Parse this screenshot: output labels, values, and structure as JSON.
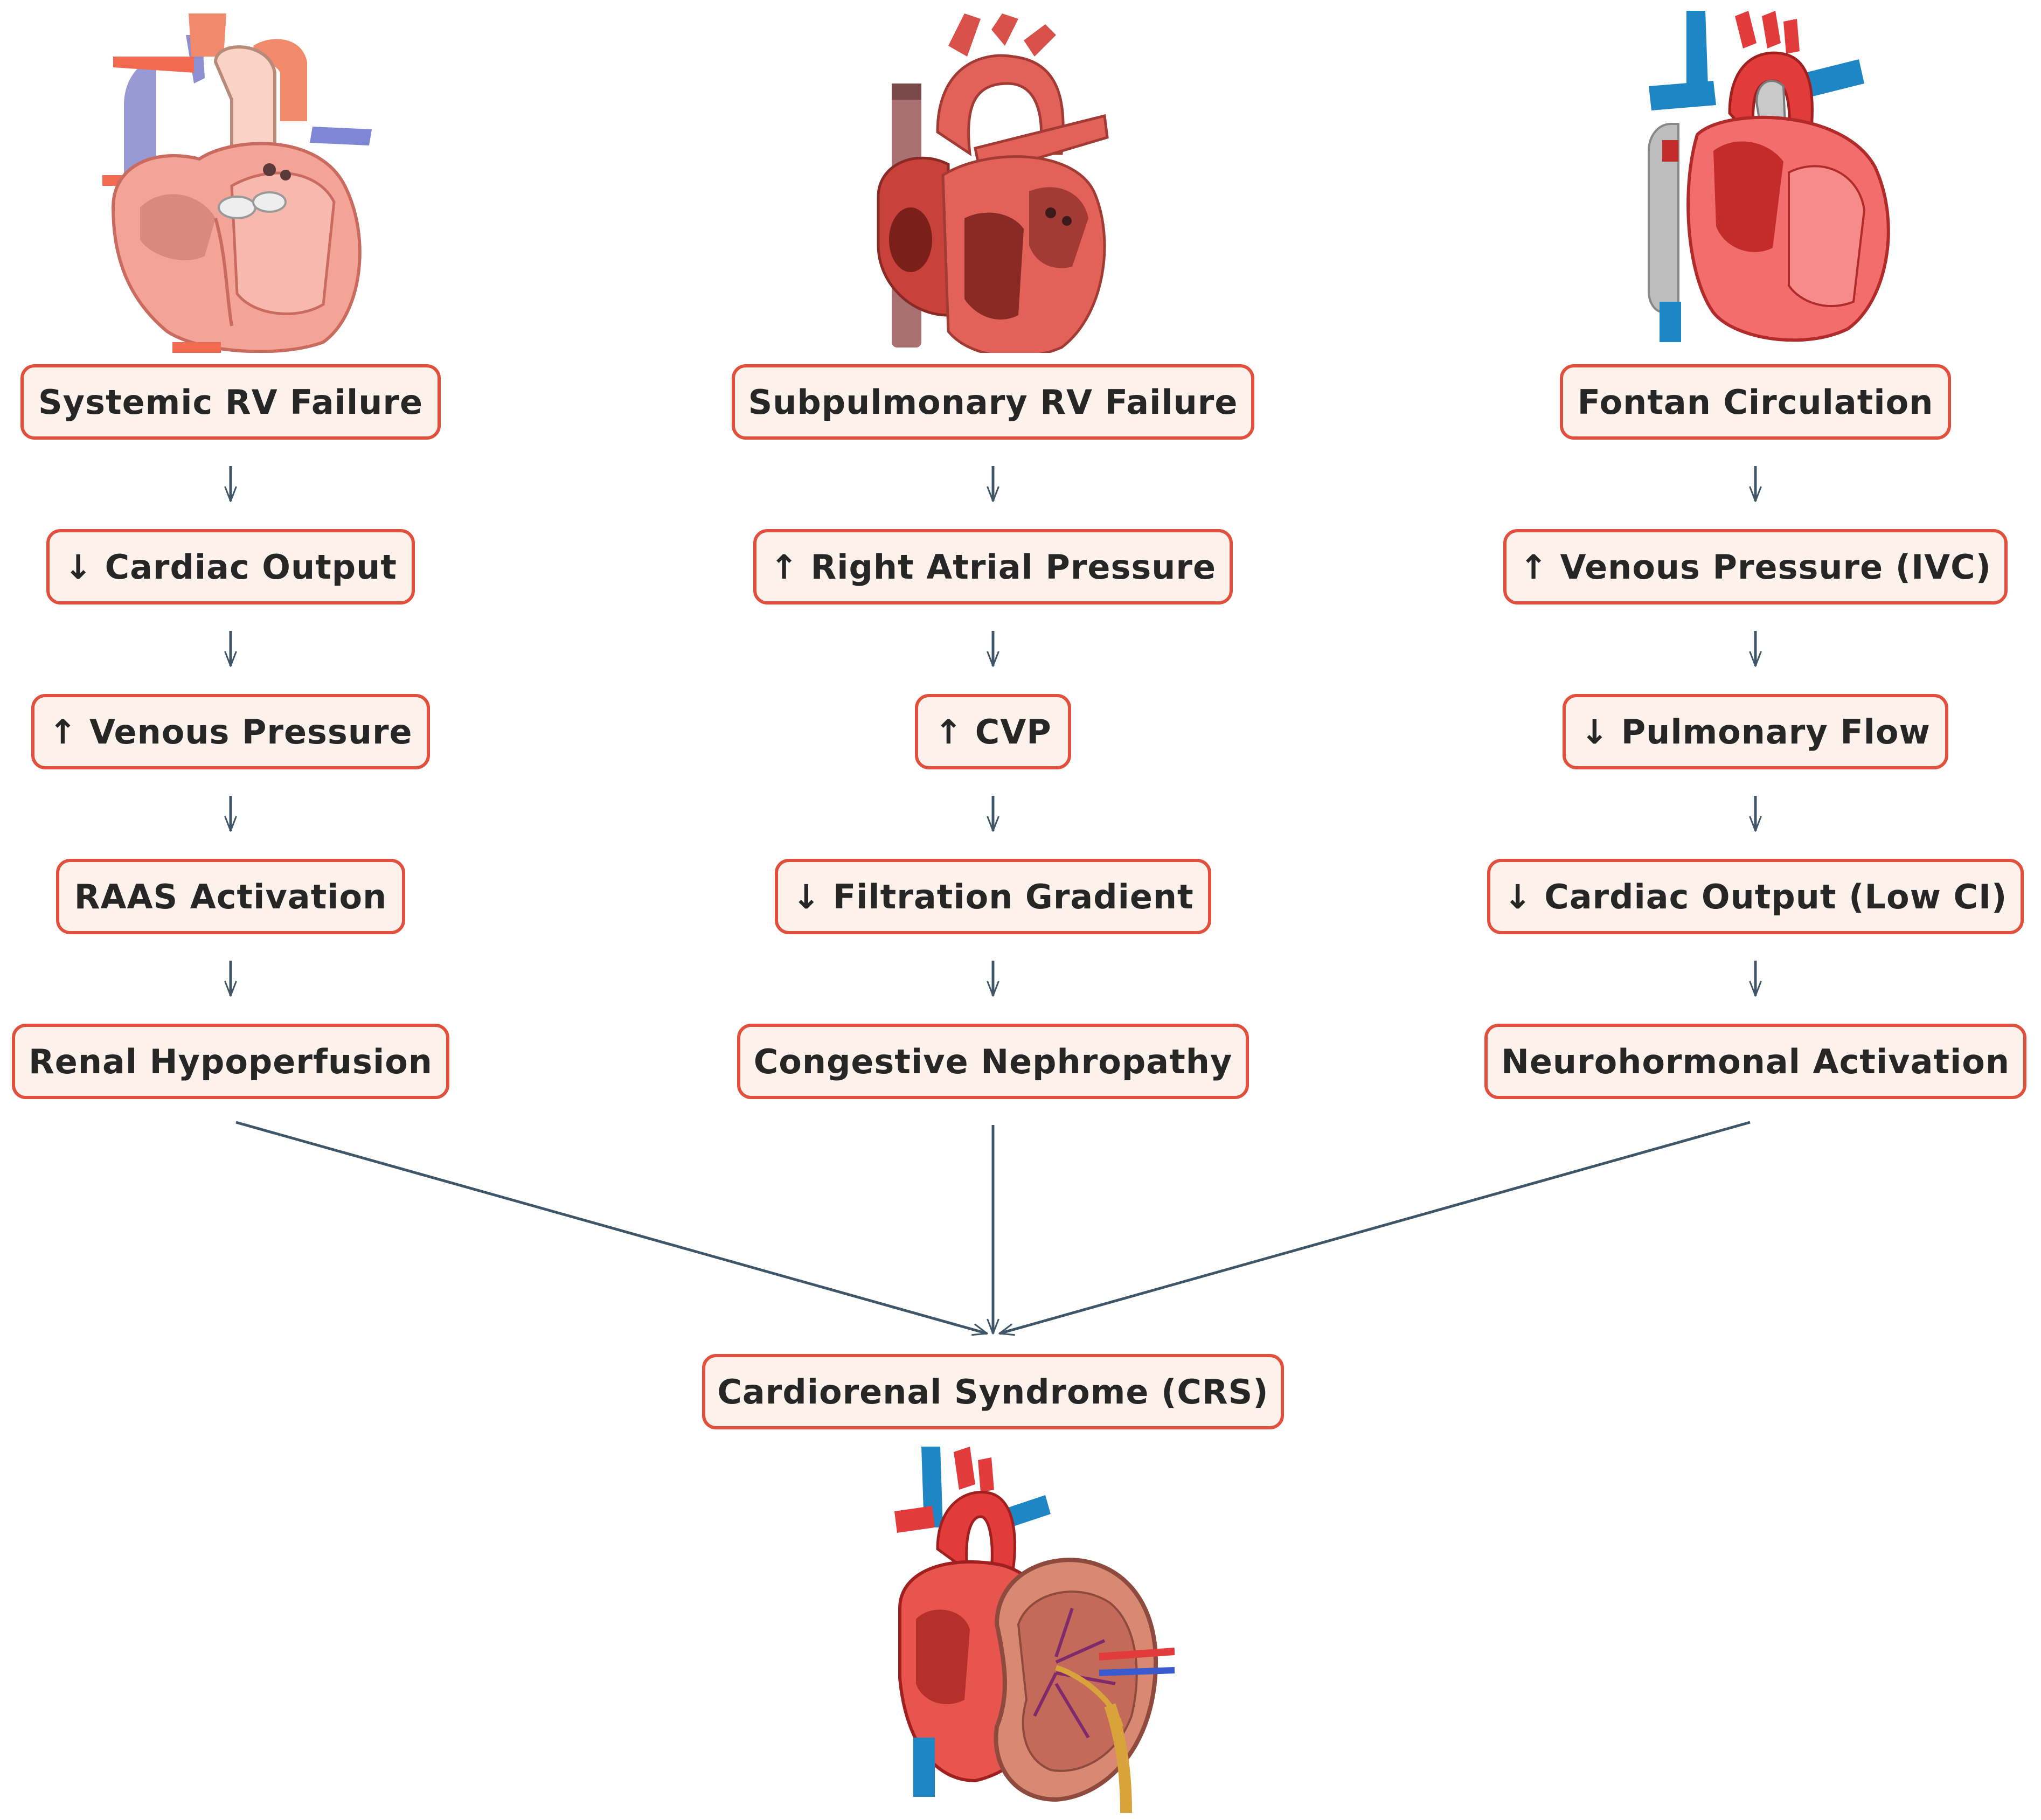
{
  "columns": [
    {
      "illustration": "systemic-rv-heart-icon",
      "nodes": [
        "Systemic RV Failure",
        "↓ Cardiac Output",
        "↑ Venous Pressure",
        "RAAS Activation",
        "Renal Hypoperfusion"
      ]
    },
    {
      "illustration": "subpulmonary-rv-heart-icon",
      "nodes": [
        "Subpulmonary RV Failure",
        "↑ Right Atrial Pressure",
        "↑ CVP",
        "↓ Filtration Gradient",
        "Congestive Nephropathy"
      ]
    },
    {
      "illustration": "fontan-heart-icon",
      "nodes": [
        "Fontan Circulation",
        "↑ Venous Pressure (IVC)",
        "↓ Pulmonary Flow",
        "↓ Cardiac Output (Low CI)",
        "Neurohormonal Activation"
      ]
    }
  ],
  "outcome": {
    "label": "Cardiorenal Syndrome (CRS)",
    "illustration": "heart-kidney-icon"
  },
  "colors": {
    "box_fill": "#fdf1ec",
    "box_border": "#e0503c",
    "arrow": "#3f5568",
    "text": "#262626"
  }
}
